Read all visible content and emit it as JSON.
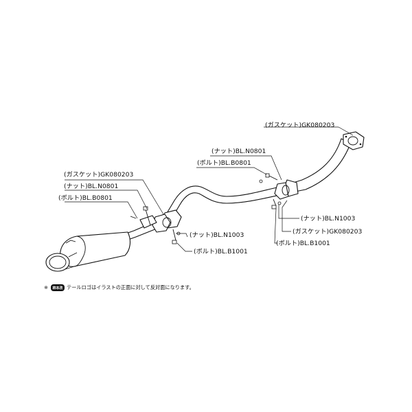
{
  "labels": {
    "gasket_rear": "(ガスケット)GK080203",
    "nut_rear": "(ナット)BL.N0801",
    "bolt_rear": "(ボルト)BL.B0801",
    "nut_mid": "(ナット)BL.N1003",
    "bolt_mid": "(ボルト)BL.B1001",
    "gasket_front": "(ガスケット)GK080203",
    "nut_front_upper": "(ナット)BL.N0801",
    "bolt_front_upper": "(ボルト)BL.B0801",
    "nut_front_lower": "(ナット)BL.N1003",
    "gasket_front_lower": "(ガスケット)GK080203",
    "bolt_front_lower": "(ボルト)BL.B1001"
  },
  "note": {
    "mark": "※",
    "logo_text": "柿本改",
    "text": "テールロゴはイラストの正面に対して反対面になります。"
  },
  "icons": {
    "logo": "kakimoto-logo-badge",
    "muffler": "muffler-illustration"
  }
}
